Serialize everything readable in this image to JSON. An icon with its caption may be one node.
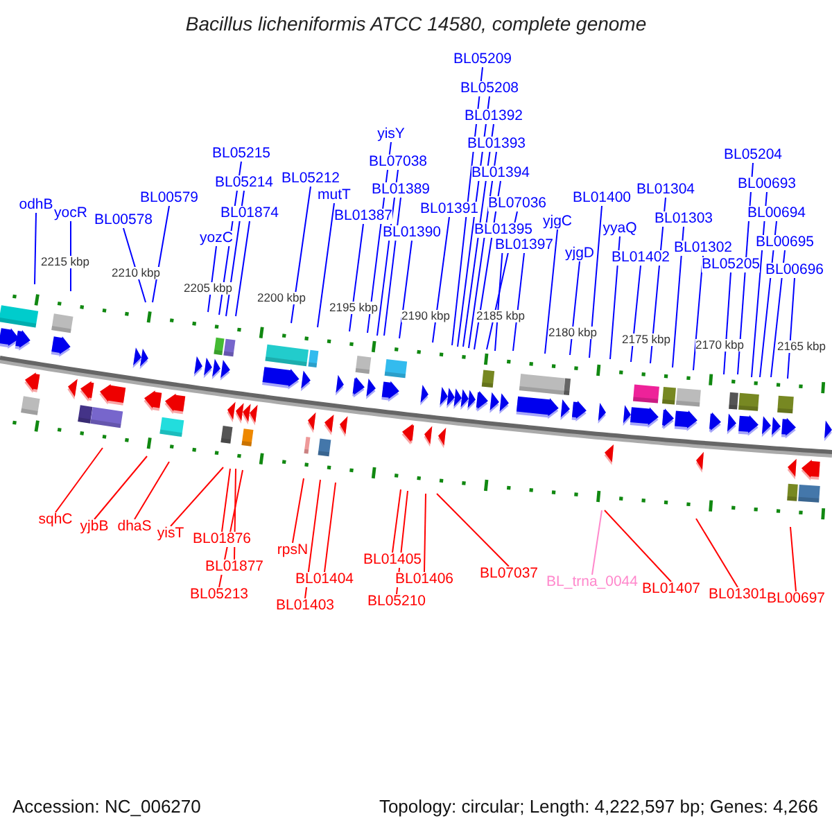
{
  "diagram": {
    "title": "Bacillus licheniformis ATCC 14580, complete genome",
    "nodes": [
      {
        "text": [
          "odhB"
        ]
      },
      {
        "text": [
          "yocR"
        ]
      },
      {
        "text": [
          "BL00578"
        ]
      },
      {
        "text": [
          "BL00579"
        ]
      },
      {
        "text": [
          "BL05215"
        ]
      },
      {
        "text": [
          "BL05214"
        ]
      },
      {
        "text": [
          "BL01874"
        ]
      },
      {
        "text": [
          "yozC"
        ]
      },
      {
        "text": [
          "BL05212"
        ]
      },
      {
        "text": [
          "mutT"
        ]
      },
      {
        "text": [
          "BL01387"
        ]
      },
      {
        "text": [
          "yisY"
        ]
      },
      {
        "text": [
          "BL07038"
        ]
      },
      {
        "text": [
          "BL01389"
        ]
      },
      {
        "text": [
          "BL01390"
        ]
      },
      {
        "text": [
          "BL01391"
        ]
      },
      {
        "text": [
          "BL05209"
        ]
      },
      {
        "text": [
          "BL05208"
        ]
      },
      {
        "text": [
          "BL01392"
        ]
      },
      {
        "text": [
          "BL01393"
        ]
      },
      {
        "text": [
          "BL01394"
        ]
      },
      {
        "text": [
          "BL07036"
        ]
      },
      {
        "text": [
          "BL01395"
        ]
      },
      {
        "text": [
          "BL01397"
        ]
      },
      {
        "text": [
          "yjgC"
        ]
      },
      {
        "text": [
          "BL01400"
        ]
      },
      {
        "text": [
          "yjgD"
        ]
      },
      {
        "text": [
          "yyaQ"
        ]
      },
      {
        "text": [
          "BL01304"
        ]
      },
      {
        "text": [
          "BL01402"
        ]
      },
      {
        "text": [
          "BL01303"
        ]
      },
      {
        "text": [
          "BL01302"
        ]
      },
      {
        "text": [
          "BL05205"
        ]
      },
      {
        "text": [
          "BL05204"
        ]
      },
      {
        "text": [
          "BL00693"
        ]
      },
      {
        "text": [
          "BL00694"
        ]
      },
      {
        "text": [
          "BL00695"
        ]
      },
      {
        "text": [
          "BL00696"
        ]
      },
      {
        "text": [
          "sqhC"
        ]
      },
      {
        "text": [
          "yjbB"
        ]
      },
      {
        "text": [
          "dhaS"
        ]
      },
      {
        "text": [
          "yisT"
        ]
      },
      {
        "text": [
          "BL01876"
        ]
      },
      {
        "text": [
          "BL01877"
        ]
      },
      {
        "text": [
          "BL05213"
        ]
      },
      {
        "text": [
          "rpsN"
        ]
      },
      {
        "text": [
          "BL01404"
        ]
      },
      {
        "text": [
          "BL01403"
        ]
      },
      {
        "text": [
          "BL01405"
        ]
      },
      {
        "text": [
          "BL05210"
        ]
      },
      {
        "text": [
          "BL01406"
        ]
      },
      {
        "text": [
          "BL07037"
        ]
      },
      {
        "text": [
          "BL_trna_0044"
        ]
      },
      {
        "text": [
          "BL01407"
        ]
      },
      {
        "text": [
          "BL01301"
        ]
      },
      {
        "text": [
          "BL00697"
        ]
      }
    ],
    "edges": [
      {
        "from": 0,
        "to": null,
        "arrow": "none"
      },
      {
        "from": 1,
        "to": null,
        "arrow": "none"
      },
      {
        "from": 2,
        "to": null,
        "arrow": "none"
      },
      {
        "from": 3,
        "to": null,
        "arrow": "none"
      },
      {
        "from": 4,
        "to": null,
        "arrow": "none"
      },
      {
        "from": 5,
        "to": null,
        "arrow": "none"
      },
      {
        "from": 6,
        "to": null,
        "arrow": "none"
      },
      {
        "from": 7,
        "to": null,
        "arrow": "none"
      },
      {
        "from": 8,
        "to": null,
        "arrow": "none"
      },
      {
        "from": 9,
        "to": null,
        "arrow": "none"
      },
      {
        "from": 10,
        "to": null,
        "arrow": "none"
      },
      {
        "from": 11,
        "to": null,
        "arrow": "none"
      },
      {
        "from": 12,
        "to": null,
        "arrow": "none"
      },
      {
        "from": 13,
        "to": null,
        "arrow": "none"
      },
      {
        "from": 14,
        "to": null,
        "arrow": "none"
      },
      {
        "from": 15,
        "to": null,
        "arrow": "none"
      },
      {
        "from": 16,
        "to": null,
        "arrow": "none"
      },
      {
        "from": 17,
        "to": null,
        "arrow": "none"
      },
      {
        "from": 18,
        "to": null,
        "arrow": "none"
      },
      {
        "from": 19,
        "to": null,
        "arrow": "none"
      },
      {
        "from": 20,
        "to": null,
        "arrow": "none"
      },
      {
        "from": 21,
        "to": null,
        "arrow": "none"
      },
      {
        "from": 22,
        "to": null,
        "arrow": "none"
      },
      {
        "from": 23,
        "to": null,
        "arrow": "none"
      },
      {
        "from": 24,
        "to": null,
        "arrow": "none"
      },
      {
        "from": 25,
        "to": null,
        "arrow": "none"
      },
      {
        "from": 26,
        "to": null,
        "arrow": "none"
      },
      {
        "from": 27,
        "to": null,
        "arrow": "none"
      },
      {
        "from": 28,
        "to": null,
        "arrow": "none"
      },
      {
        "from": 29,
        "to": null,
        "arrow": "none"
      },
      {
        "from": 30,
        "to": null,
        "arrow": "none"
      },
      {
        "from": 31,
        "to": null,
        "arrow": "none"
      },
      {
        "from": 32,
        "to": null,
        "arrow": "none"
      },
      {
        "from": 33,
        "to": null,
        "arrow": "none"
      },
      {
        "from": 34,
        "to": null,
        "arrow": "none"
      },
      {
        "from": 35,
        "to": null,
        "arrow": "none"
      },
      {
        "from": 36,
        "to": null,
        "arrow": "none"
      },
      {
        "from": 37,
        "to": null,
        "arrow": "none"
      },
      {
        "from": 38,
        "to": null,
        "arrow": "none",
        "color": "#ff0000"
      },
      {
        "from": 39,
        "to": null,
        "arrow": "none",
        "color": "#ff0000"
      },
      {
        "from": 40,
        "to": null,
        "arrow": "none",
        "color": "#ff0000"
      },
      {
        "from": 41,
        "to": null,
        "arrow": "none",
        "color": "#ff0000"
      },
      {
        "from": 42,
        "to": null,
        "arrow": "none",
        "color": "#ff0000"
      },
      {
        "from": 43,
        "to": null,
        "arrow": "none",
        "color": "#ff0000"
      },
      {
        "from": 44,
        "to": null,
        "arrow": "none",
        "color": "#ff0000"
      },
      {
        "from": 45,
        "to": null,
        "arrow": "none",
        "color": "#ff0000"
      },
      {
        "from": 46,
        "to": null,
        "arrow": "none",
        "color": "#ff0000"
      },
      {
        "from": 47,
        "to": null,
        "arrow": "none",
        "color": "#ff0000"
      },
      {
        "from": 48,
        "to": null,
        "arrow": "none",
        "color": "#ff0000"
      },
      {
        "from": 49,
        "to": null,
        "arrow": "none",
        "color": "#ff0000"
      },
      {
        "from": 50,
        "to": null,
        "arrow": "none",
        "color": "#ff0000"
      },
      {
        "from": 51,
        "to": null,
        "arrow": "none",
        "color": "#ff0000"
      },
      {
        "from": 52,
        "to": null,
        "arrow": "none",
        "color": "#ff88cc"
      },
      {
        "from": 53,
        "to": null,
        "arrow": "none",
        "color": "#ff0000"
      },
      {
        "from": 54,
        "to": null,
        "arrow": "none",
        "color": "#ff0000"
      },
      {
        "from": 55,
        "to": null,
        "arrow": "none",
        "color": "#ff0000"
      }
    ],
    "labels": [
      "2215 kbp",
      "2210 kbp",
      "2205 kbp",
      "2200 kbp",
      "2195 kbp",
      "2190 kbp",
      "2185 kbp",
      "2180 kbp",
      "2175 kbp",
      "2170 kbp",
      "2165 kbp",
      "Accession: NC_006270",
      "Topology: circular; Length: 4,222,597 bp; Genes: 4,266"
    ]
  }
}
